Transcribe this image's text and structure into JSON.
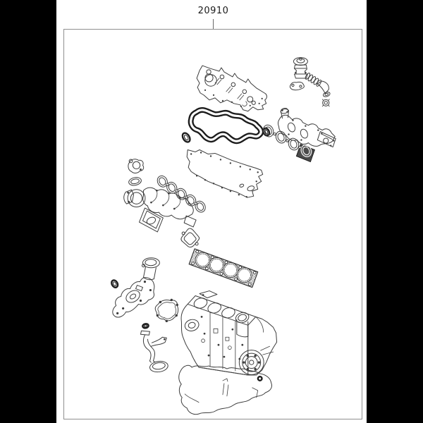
{
  "window": {
    "background_color": "#000000",
    "canvas_color": "#ffffff"
  },
  "callout": {
    "part_number": "20910"
  },
  "diagram": {
    "border_color": "#8f8f8f",
    "line_color": "#3c3c3c",
    "heavy_line_color": "#1c1c1c",
    "description": "exploded engine overhaul gasket kit",
    "parts": [
      "valve-cover-gasket-plate",
      "egr-pipe-assembly",
      "egr-pipe-gasket",
      "egr-mounting-nut",
      "valve-cover-rubber-gasket",
      "camshaft-oil-seal",
      "small-o-ring-right",
      "intake-manifold",
      "intake-manifold-gasket-chain",
      "intake-end-flange",
      "head-cover-plate",
      "thermostat-housing",
      "thermostat-gasket",
      "exhaust-manifold-gasket-chain",
      "exhaust-manifold",
      "exhaust-flange-gasket",
      "cylinder-head-gasket",
      "front-case-assembly",
      "front-case-o-ring",
      "water-pump-gasket",
      "oil-screen-o-ring",
      "oil-screen-assembly",
      "cylinder-block",
      "rear-seal-o-ring",
      "oil-pan-gasket"
    ]
  }
}
